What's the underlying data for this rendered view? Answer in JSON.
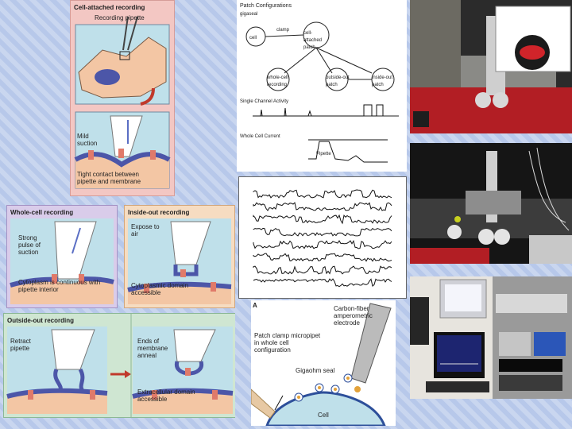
{
  "patch": {
    "cell_attached": {
      "title": "Cell-attached recording",
      "pipette": "Recording pipette",
      "suction": "Mild suction",
      "contact": "Tight contact between pipette and membrane"
    },
    "whole_cell": {
      "title": "Whole-cell recording",
      "pulse": "Strong pulse of suction",
      "cytoplasm": "Cytoplasm is continuous with pipette interior"
    },
    "inside_out": {
      "title": "Inside-out recording",
      "expose": "Expose to air",
      "domain": "Cytoplasmic domain accessible"
    },
    "outside_out": {
      "title": "Outside-out recording",
      "retract": "Retract pipette",
      "ends": "Ends of membrane anneal",
      "domain": "Extracellular domain accessible"
    }
  },
  "configs": {
    "title": "Patch Configurations",
    "nodes": {
      "gigaseal": "gigaseal",
      "cell": "cell",
      "clamp": "clamp",
      "attached": "cell-attached patch",
      "whole": "whole-cell recording",
      "outside": "outside-out patch",
      "inside": "inside-out patch"
    },
    "single_channel": "Single Channel Activity",
    "whole_cell_current": "Whole Cell Current",
    "pipette_label": "Pipette"
  },
  "electro": {
    "label_a": "A",
    "fiber": "Carbon-fiber amperometric electrode",
    "patch": "Patch clamp micropipet in whole cell configuration",
    "seal": "Gigaohm seal",
    "cell": "Cell"
  },
  "colors": {
    "accent": "#c0392b",
    "pink": "#f3c7c3",
    "lavender": "#d9ccea",
    "peach": "#f6dcc1",
    "mint": "#cfe6d2",
    "membrane": "#4c56a8",
    "cell": "#f3c6a4"
  }
}
